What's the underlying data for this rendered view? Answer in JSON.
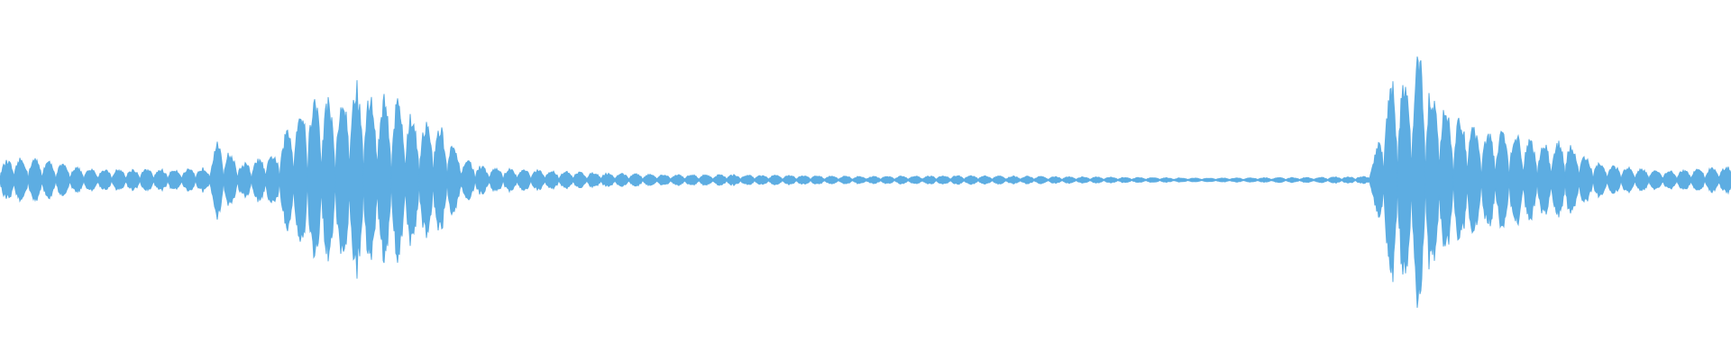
{
  "waveform": {
    "color": "#5DADE2",
    "background": "#ffffff",
    "amplitude_profile": [
      [
        0,
        0.1
      ],
      [
        0.01,
        0.12
      ],
      [
        0.02,
        0.12
      ],
      [
        0.03,
        0.1
      ],
      [
        0.05,
        0.06
      ],
      [
        0.08,
        0.06
      ],
      [
        0.11,
        0.06
      ],
      [
        0.12,
        0.07
      ],
      [
        0.125,
        0.22
      ],
      [
        0.14,
        0.09
      ],
      [
        0.16,
        0.15
      ],
      [
        0.17,
        0.38
      ],
      [
        0.185,
        0.48
      ],
      [
        0.195,
        0.42
      ],
      [
        0.205,
        0.55
      ],
      [
        0.215,
        0.46
      ],
      [
        0.23,
        0.46
      ],
      [
        0.24,
        0.34
      ],
      [
        0.255,
        0.3
      ],
      [
        0.265,
        0.14
      ],
      [
        0.28,
        0.07
      ],
      [
        0.3,
        0.06
      ],
      [
        0.32,
        0.05
      ],
      [
        0.35,
        0.04
      ],
      [
        0.38,
        0.03
      ],
      [
        0.42,
        0.03
      ],
      [
        0.5,
        0.02
      ],
      [
        0.55,
        0.025
      ],
      [
        0.6,
        0.02
      ],
      [
        0.65,
        0.015
      ],
      [
        0.7,
        0.01
      ],
      [
        0.76,
        0.015
      ],
      [
        0.79,
        0.02
      ],
      [
        0.797,
        0.25
      ],
      [
        0.805,
        0.6
      ],
      [
        0.813,
        0.52
      ],
      [
        0.82,
        0.75
      ],
      [
        0.828,
        0.5
      ],
      [
        0.84,
        0.36
      ],
      [
        0.86,
        0.27
      ],
      [
        0.875,
        0.26
      ],
      [
        0.89,
        0.2
      ],
      [
        0.905,
        0.22
      ],
      [
        0.92,
        0.1
      ],
      [
        0.94,
        0.07
      ],
      [
        0.96,
        0.05
      ],
      [
        0.98,
        0.06
      ],
      [
        1.0,
        0.08
      ]
    ]
  }
}
